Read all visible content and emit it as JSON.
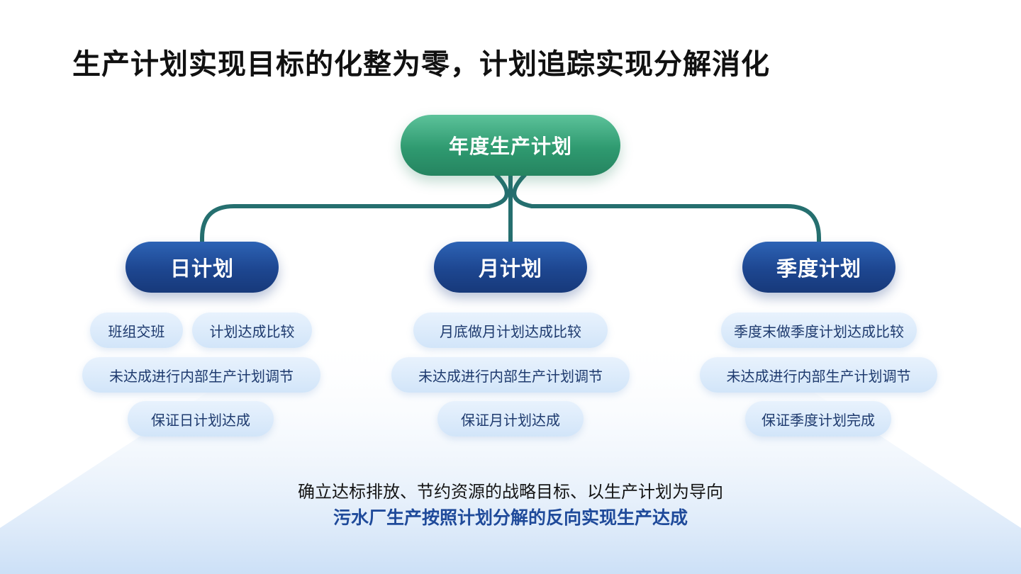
{
  "slide": {
    "title": "生产计划实现目标的化整为零，计划追踪实现分解消化"
  },
  "diagram": {
    "root": "年度生产计划",
    "branches": [
      {
        "label": "日计划",
        "items": [
          "班组交班",
          "计划达成比较",
          "未达成进行内部生产计划调节",
          "保证日计划达成"
        ]
      },
      {
        "label": "月计划",
        "items": [
          "月底做月计划达成比较",
          "未达成进行内部生产计划调节",
          "保证月计划达成"
        ]
      },
      {
        "label": "季度计划",
        "items": [
          "季度末做季度计划达成比较",
          "未达成进行内部生产计划调节",
          "保证季度计划完成"
        ]
      }
    ]
  },
  "footer": {
    "line1": "确立达标排放、节约资源的战略目标、以生产计划为导向",
    "line2": "污水厂生产按照计划分解的反向实现生产达成"
  },
  "colors": {
    "root_green": "#2f9a70",
    "branch_blue": "#1d4690",
    "connector_teal": "#256f6f",
    "pill_bg": "#dbeafb",
    "pill_text": "#1e3a6e",
    "highlight_text": "#1f4a9a"
  }
}
